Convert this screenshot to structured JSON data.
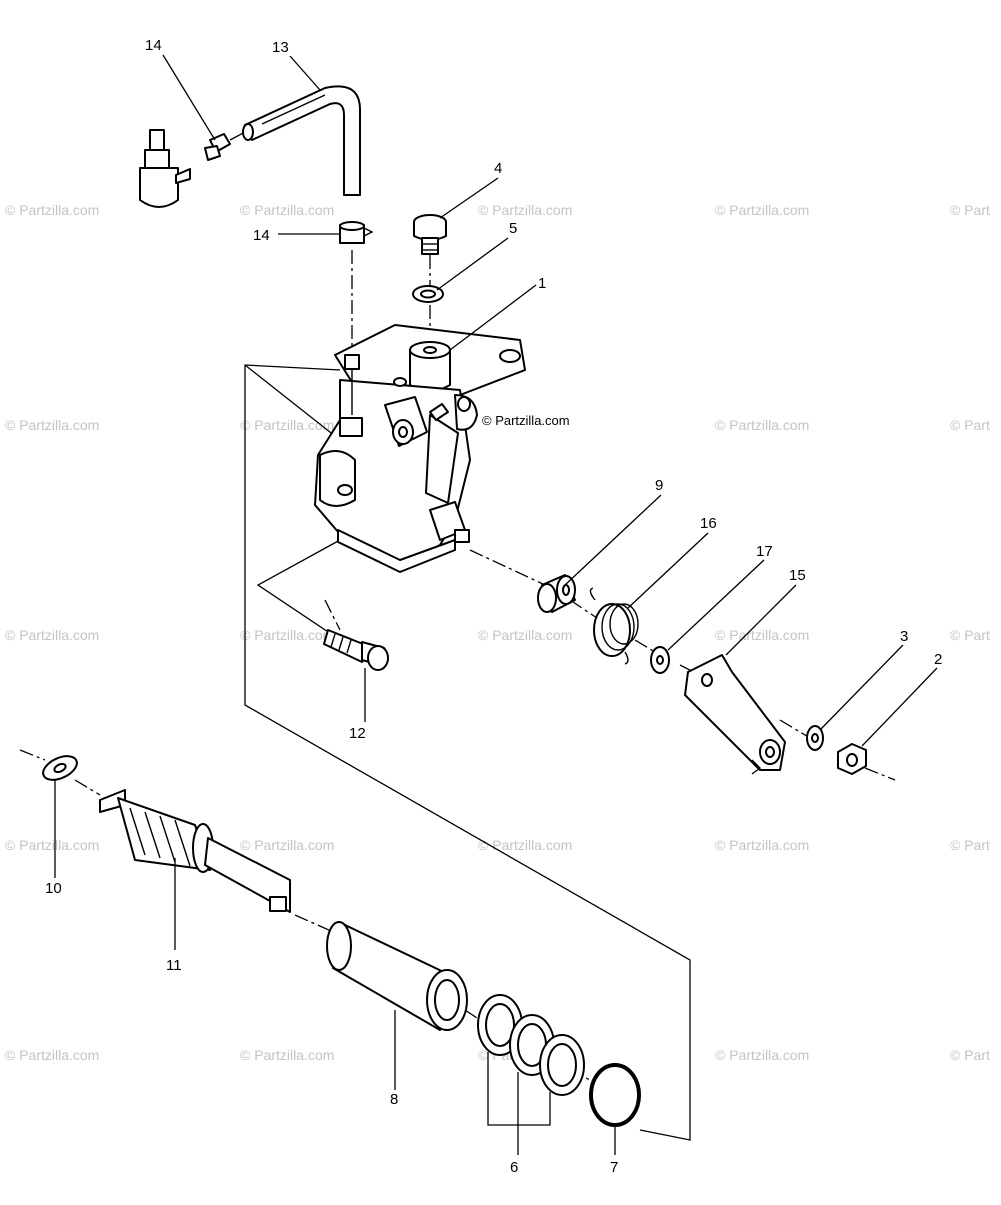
{
  "diagram": {
    "watermark": "© Partzilla.com",
    "callouts": {
      "c1": "1",
      "c2": "2",
      "c3": "3",
      "c4": "4",
      "c5": "5",
      "c6": "6",
      "c7": "7",
      "c8": "8",
      "c9": "9",
      "c10": "10",
      "c11": "11",
      "c12": "12",
      "c13": "13",
      "c14a": "14",
      "c14b": "14",
      "c15": "15",
      "c16": "16",
      "c17": "17"
    }
  }
}
